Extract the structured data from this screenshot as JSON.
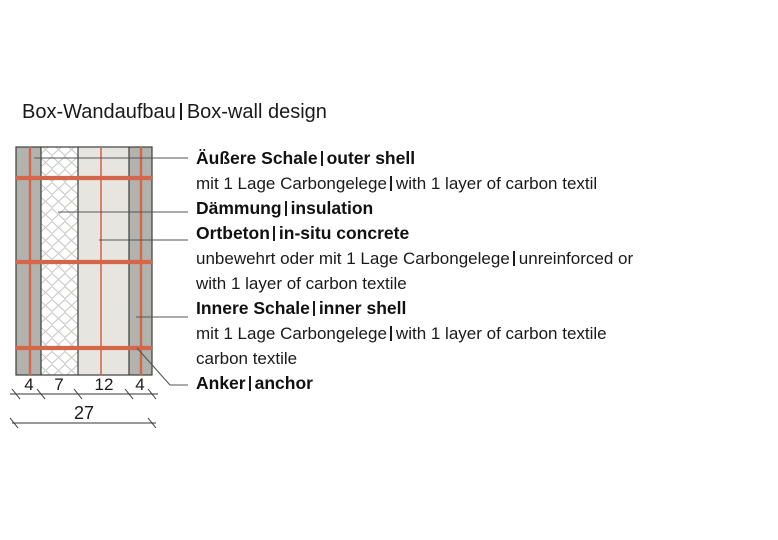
{
  "title": {
    "german": "Box-Wandaufbau",
    "english": "Box-wall design"
  },
  "diagram": {
    "name": "wall-cross-section",
    "layers": [
      {
        "id": "outer-shell",
        "label_de": "Äußere Schale",
        "label_en": "outer shell",
        "thickness_cm": 4,
        "fill": "#b2b2ae",
        "reinforcement": "carbon-textile"
      },
      {
        "id": "insulation",
        "label_de": "Dämmung",
        "label_en": "insulation",
        "thickness_cm": 7,
        "fill": "#ffffff",
        "pattern": "zigzag-hatch"
      },
      {
        "id": "in-situ-concrete",
        "label_de": "Ortbeton",
        "label_en": "in-situ concrete",
        "thickness_cm": 12,
        "fill": "#e7e5e0",
        "reinforcement": "carbon-textile"
      },
      {
        "id": "inner-shell",
        "label_de": "Innere Schale",
        "label_en": "inner shell",
        "thickness_cm": 4,
        "fill": "#b2b2ae",
        "reinforcement": "carbon-textile"
      }
    ],
    "anchors": {
      "label_de": "Anker",
      "label_en": "anchor",
      "count": 3
    },
    "dimensions": {
      "segments": [
        "4",
        "7",
        "12",
        "4"
      ],
      "total": "27",
      "unit": "cm"
    },
    "colors": {
      "reinforcement": "#d4674a",
      "shell_fill": "#b2b2ae",
      "concrete_fill": "#e7e5e0",
      "insulation_fill": "#ffffff",
      "hatch": "#c9c9c6",
      "outline": "#3c3c3c",
      "leader": "#555555",
      "dimension": "#333333"
    }
  },
  "legend": [
    {
      "id": "outer-shell",
      "heading_de": "Äußere Schale",
      "heading_en": "outer shell",
      "desc_de": "mit 1 Lage Carbongelege",
      "desc_en": "with 1 layer of carbon textil"
    },
    {
      "id": "insulation",
      "heading_de": "Dämmung",
      "heading_en": "insulation"
    },
    {
      "id": "in-situ-concrete",
      "heading_de": "Ortbeton",
      "heading_en": "in-situ concrete",
      "desc_de": "unbewehrt oder mit 1 Lage Carbongelege",
      "desc_en": "unreinforced or",
      "desc_en2": "with 1 layer of carbon textile"
    },
    {
      "id": "inner-shell",
      "heading_de": "Innere Schale",
      "heading_en": "inner shell",
      "desc_de": "mit 1 Lage Carbongelege",
      "desc_en": "with 1 layer of carbon textile",
      "desc_en2": "carbon textile"
    },
    {
      "id": "anchor",
      "heading_de": "Anker",
      "heading_en": "anchor"
    }
  ]
}
